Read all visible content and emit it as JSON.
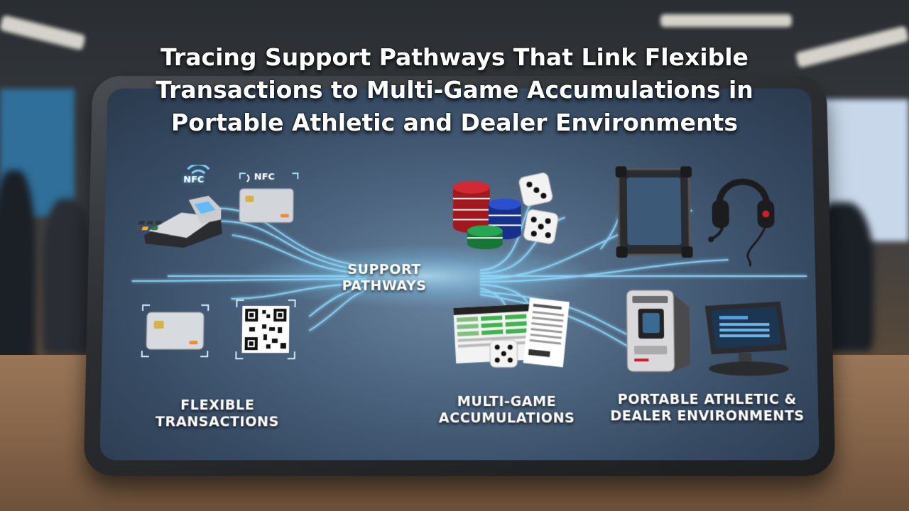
{
  "title": {
    "line1": "Tracing Support Pathways That Link Flexible",
    "line2": "Transactions to Multi-Game Accumulations in",
    "line3": "Portable Athletic and Dealer Environments"
  },
  "hub_label": {
    "line1": "SUPPORT",
    "line2": "PATHWAYS"
  },
  "sections": {
    "flexible": {
      "line1": "FLEXIBLE",
      "line2": "TRANSACTIONS"
    },
    "multigame": {
      "line1": "MULTI-GAME",
      "line2": "ACCUMULATIONS"
    },
    "portable": {
      "line1": "PORTABLE ATHLETIC &",
      "line2": "DEALER ENVIRONMENTS"
    }
  },
  "nfc_labels": {
    "terminal": "NFC",
    "card": "NFC"
  },
  "colors": {
    "glow": "#7fd4ff",
    "screen_bg": "#4d6580",
    "chip_red": "#c8232b",
    "chip_blue": "#1f3fb0",
    "chip_green": "#1f9a4a",
    "sheet_green": "#41b24e"
  },
  "icons": [
    "nfc-terminal-icon",
    "nfc-card-icon",
    "chip-card-icon",
    "qr-code-icon",
    "casino-chips-icon",
    "dice-icon",
    "bet-slip-icon",
    "rugged-tablet-icon",
    "headset-icon",
    "card-reader-kiosk-icon",
    "pos-terminal-icon"
  ]
}
